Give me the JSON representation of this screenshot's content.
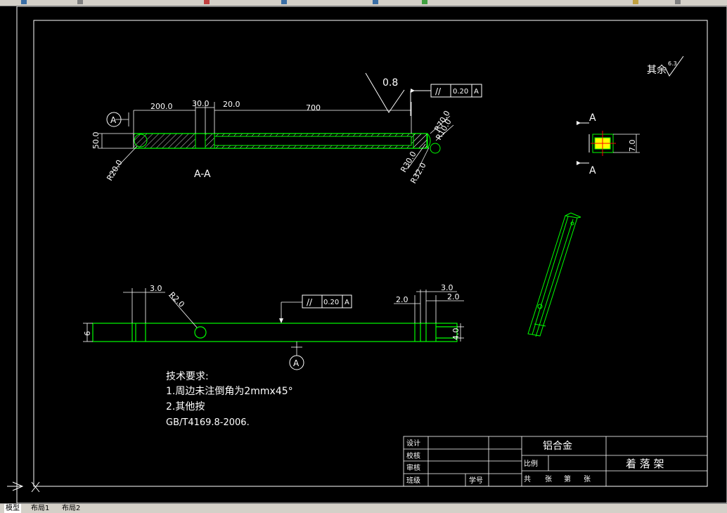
{
  "tabs": [
    "模型",
    "布局1",
    "布局2"
  ],
  "colors": {
    "green": "#00ff00",
    "white": "#ffffff",
    "red": "#ff0000",
    "yellow": "#ffff00"
  },
  "drawing": {
    "surface_finish": {
      "label": "其余",
      "value": "6.3"
    },
    "roughness": "0.8",
    "section_label": "A-A",
    "datum": "A",
    "view_arrow_a_top": "A",
    "view_arrow_a_bottom": "A",
    "tolerance_top": {
      "symbol": "//",
      "value": "0.20",
      "datum": "A"
    },
    "tolerance_bottom": {
      "symbol": "//",
      "value": "0.20",
      "datum": "A"
    },
    "dims_top": {
      "d200": "200.0",
      "d30": "30.0",
      "d20": "20.0",
      "d700": "700",
      "d50": "50.0",
      "r20": "R20.0",
      "r70": "R70.0",
      "r10": "R10.0",
      "r30": "R30.0",
      "r32": "R32.0"
    },
    "dims_side": {
      "d7": "7.0"
    },
    "dims_bottom": {
      "d3_left": "3.0",
      "r2": "R2.0",
      "d6": "6",
      "d2a": "2.0",
      "d3_right": "3.0",
      "d2b": "2.0",
      "d4": "4.0"
    },
    "notes": [
      "技术要求:",
      "1.周边未注倒角为2mmx45°",
      "2.其他按",
      "GB/T4169.8-2006."
    ],
    "title_block": {
      "design": "设计",
      "check": "校核",
      "review": "审核",
      "class": "班级",
      "student_no": "学号",
      "material": "铝合金",
      "scale": "比例",
      "part_name": "着 落 架",
      "sheets": [
        "共",
        "张",
        "第",
        "张"
      ]
    }
  }
}
